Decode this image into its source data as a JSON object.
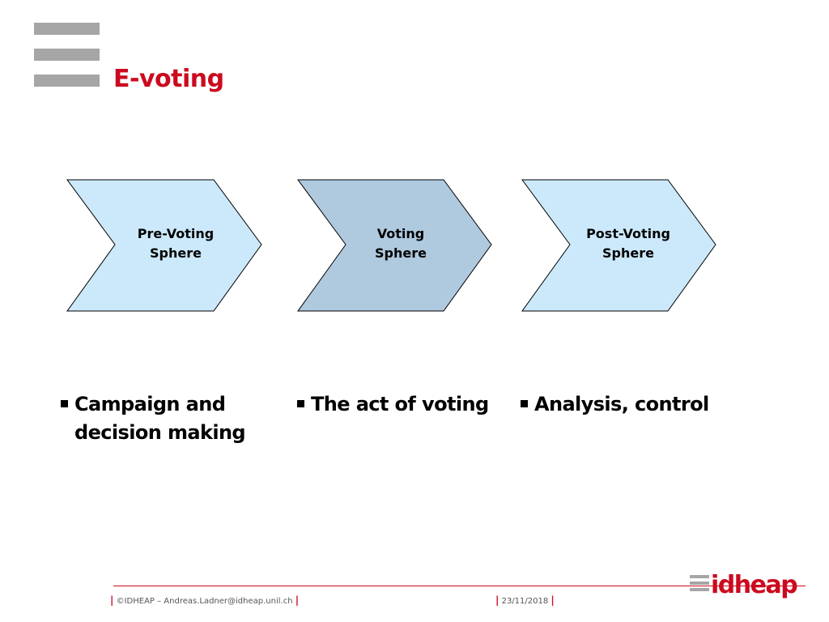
{
  "slide": {
    "title": "E-voting"
  },
  "diagram": {
    "stages": [
      {
        "line1": "Pre-Voting",
        "line2": "Sphere",
        "fill": "#cce9fb",
        "highlighted": false
      },
      {
        "line1": "Voting",
        "line2": "Sphere",
        "fill": "#afc9df",
        "highlighted": true
      },
      {
        "line1": "Post-Voting",
        "line2": "Sphere",
        "fill": "#cce9fb",
        "highlighted": false
      }
    ]
  },
  "bullets": [
    {
      "line1": "Campaign and",
      "line2": "decision making"
    },
    {
      "line1": "The act of voting",
      "line2": ""
    },
    {
      "line1": "Analysis, control",
      "line2": ""
    }
  ],
  "footer": {
    "copyright": "©IDHEAP – Andreas.Ladner@idheap.unil.ch",
    "date": "23/11/2018",
    "separator": "|",
    "logo_text": "idheap"
  },
  "colors": {
    "accent": "#cc0a1f",
    "menu_gray": "#a6a6a6"
  }
}
